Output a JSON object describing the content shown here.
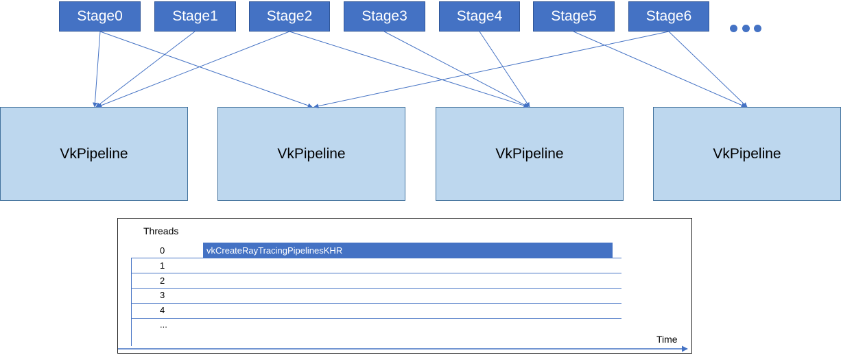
{
  "stages": [
    "Stage0",
    "Stage1",
    "Stage2",
    "Stage3",
    "Stage4",
    "Stage5",
    "Stage6"
  ],
  "pipelines": [
    "VkPipeline",
    "VkPipeline",
    "VkPipeline",
    "VkPipeline"
  ],
  "colors": {
    "stage_fill": "#4472c4",
    "pipeline_fill": "#bdd7ee",
    "arrow": "#4472c4"
  },
  "timeline": {
    "threads_label": "Threads",
    "time_label": "Time",
    "thread_rows": [
      "0",
      "1",
      "2",
      "3",
      "4",
      "..."
    ],
    "task_label": "vkCreateRayTracingPipelinesKHR"
  }
}
